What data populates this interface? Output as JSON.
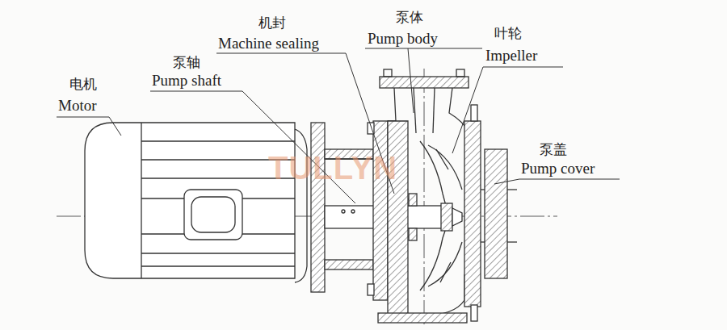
{
  "diagram": {
    "labels": [
      "电机",
      "Motor",
      "泵轴",
      "Pump shaft",
      "机封",
      "Machine sealing",
      "泵体",
      "Pump body",
      "叶轮",
      "Impeller",
      "泵盖",
      "Pump cover",
      "TULLYN"
    ]
  }
}
